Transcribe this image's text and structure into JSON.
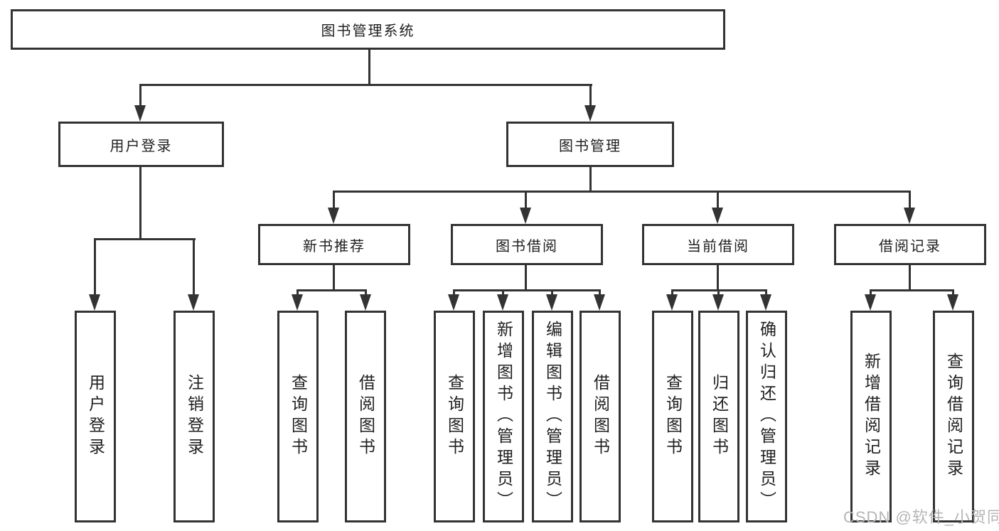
{
  "colors": {
    "line": "#333333",
    "box_bg": "#ffffff",
    "text": "#1f1f1f",
    "watermark": "#b5b5b5"
  },
  "diagram": {
    "root": {
      "label": "图书管理系统"
    },
    "level2": [
      {
        "label": "用户登录"
      },
      {
        "label": "图书管理"
      }
    ],
    "level3": [
      {
        "label": "新书推荐",
        "parent": "图书管理"
      },
      {
        "label": "图书借阅",
        "parent": "图书管理"
      },
      {
        "label": "当前借阅",
        "parent": "图书管理"
      },
      {
        "label": "借阅记录",
        "parent": "图书管理"
      }
    ],
    "leaves": [
      {
        "label": "用户登录",
        "parent": "用户登录"
      },
      {
        "label": "注销登录",
        "parent": "用户登录"
      },
      {
        "label": "查询图书",
        "parent": "新书推荐"
      },
      {
        "label": "借阅图书",
        "parent": "新书推荐"
      },
      {
        "label": "查询图书",
        "parent": "图书借阅"
      },
      {
        "label": "新增图书（管理员）",
        "parent": "图书借阅"
      },
      {
        "label": "编辑图书（管理员）",
        "parent": "图书借阅"
      },
      {
        "label": "借阅图书",
        "parent": "图书借阅"
      },
      {
        "label": "查询图书",
        "parent": "当前借阅"
      },
      {
        "label": "归还图书",
        "parent": "当前借阅"
      },
      {
        "label": "确认归还（管理员）",
        "parent": "当前借阅"
      },
      {
        "label": "新增借阅记录",
        "parent": "借阅记录"
      },
      {
        "label": "查询借阅记录",
        "parent": "借阅记录"
      }
    ]
  },
  "watermark": {
    "text": "CSDN @软件_小贺同学"
  }
}
